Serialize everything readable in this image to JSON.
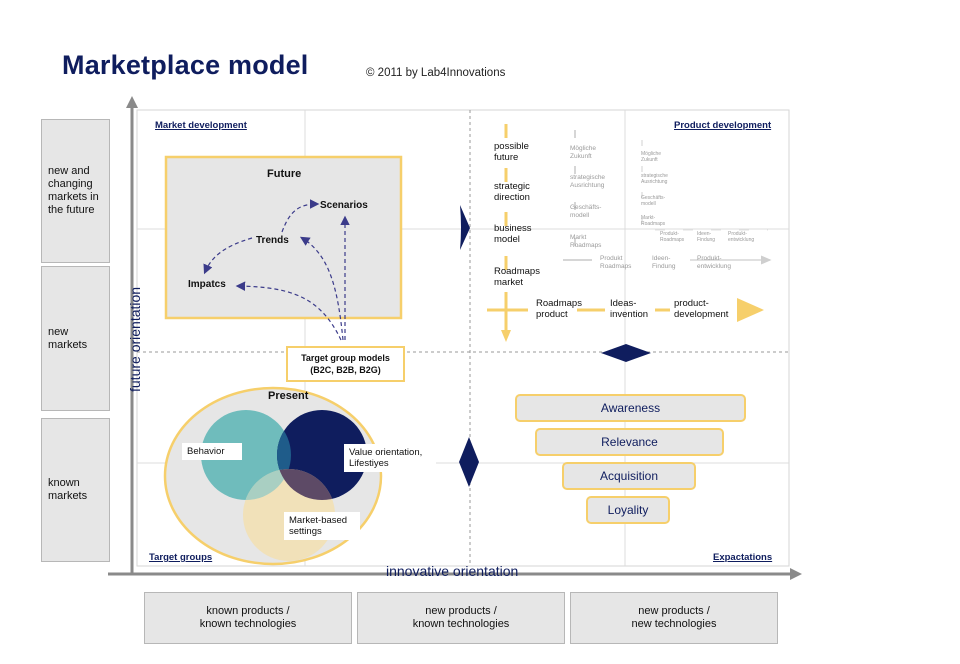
{
  "title": "Marketplace model",
  "copyright": "© 2011 by Lab4Innovations",
  "rows": [
    {
      "label": "new and changing markets in the future"
    },
    {
      "label": "new markets"
    },
    {
      "label": "known markets"
    }
  ],
  "columns": [
    {
      "label": "known products /\nknown technologies"
    },
    {
      "label": "new  products /\nknown technologies"
    },
    {
      "label": "new products /\nnew technologies"
    }
  ],
  "axes": {
    "y_label": "future orientation",
    "x_label": "innovative orientation"
  },
  "quadrants": {
    "top_left": "Market development",
    "top_right": "Product development",
    "bottom_left": "Target groups",
    "bottom_right": "Expactations"
  },
  "future_box": {
    "title": "Future",
    "nodes": {
      "scenarios": "Scenarios",
      "trends": "Trends",
      "impacts": "Impatcs"
    }
  },
  "target_group_box": {
    "line1": "Target group models",
    "line2": "(B2C, B2B, B2G)"
  },
  "present": {
    "title": "Present",
    "behavior": "Behavior",
    "value": "Value orientation, Lifestiyes",
    "market": "Market-based settings"
  },
  "roadmap": {
    "vertical": [
      "possible future",
      "strategic direction",
      "business model",
      "Roadmaps market"
    ],
    "horizontal": [
      "Roadmaps product",
      "Ideas-invention",
      "product-development"
    ],
    "ghost_col1": [
      "Mögliche Zukunft",
      "strategische Ausrichtung",
      "Geschäfts-modell",
      "Markt Roadmaps"
    ],
    "ghost_row1": [
      "Produkt Roadmaps",
      "Ideen-Findung",
      "Produkt-entwicklung"
    ],
    "ghost_col2": [
      "Mögliche Zukunft",
      "strategische Ausrichtung",
      "Geschäfts-modell",
      "Markt-Roadmaps"
    ],
    "ghost_row2": [
      "Produkt-Roadmaps",
      "Ideen-Findung",
      "Produkt-entwicklung"
    ]
  },
  "funnel": [
    "Awareness",
    "Relevance",
    "Acquisition",
    "Loyality"
  ],
  "colors": {
    "navy": "#0f1d5e",
    "gold": "#f6cf6b",
    "teal": "#6fbcbc",
    "beige": "#f2dfb0",
    "panel": "#e6e6e6"
  }
}
